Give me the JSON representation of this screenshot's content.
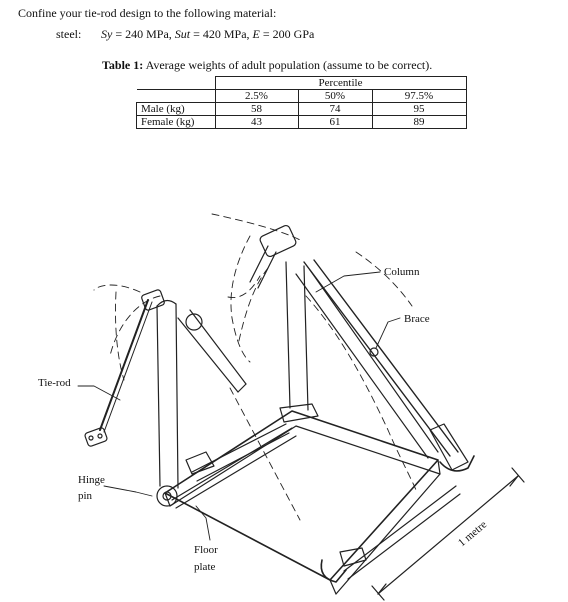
{
  "intro": "Confine your tie-rod design to the following material:",
  "material": {
    "label": "steel:",
    "sy_symbol": "Sy",
    "sy_value": "= 240 MPa,",
    "sut_symbol": "Sut",
    "sut_value": "= 420 MPa,",
    "e_symbol": "E",
    "e_value": "= 200 GPa"
  },
  "table": {
    "caption_label": "Table 1:",
    "caption_text": "Average weights of adult population (assume to be correct).",
    "group_header": "Percentile",
    "columns": [
      "2.5%",
      "50%",
      "97.5%"
    ],
    "rows": [
      {
        "label": "Male (kg)",
        "values": [
          "58",
          "74",
          "95"
        ]
      },
      {
        "label": "Female (kg)",
        "values": [
          "43",
          "61",
          "89"
        ]
      }
    ]
  },
  "figure_labels": {
    "column": "Column",
    "brace": "Brace",
    "tie_rod": "Tie-rod",
    "hinge_line1": "Hinge",
    "hinge_line2": "pin",
    "floor_line1": "Floor",
    "floor_line2": "plate",
    "dimension": "1 metre"
  }
}
